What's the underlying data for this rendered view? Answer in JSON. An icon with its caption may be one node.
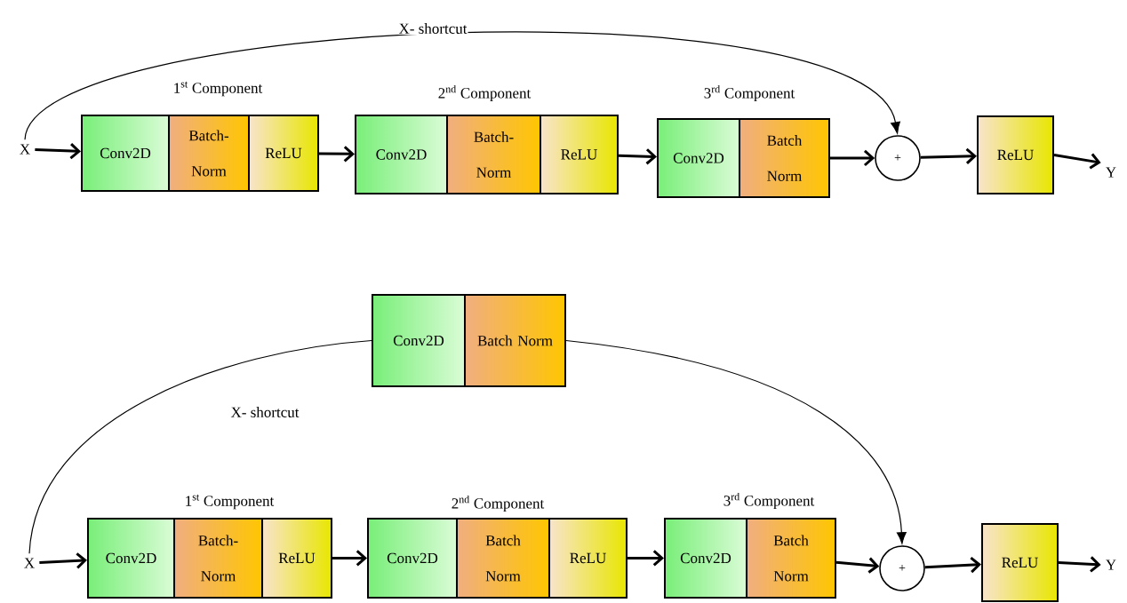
{
  "diagram": {
    "nodes": [
      {
        "text": [
          "X"
        ]
      },
      {
        "text": [
          "1$^{st}$ Component"
        ]
      },
      {
        "text": [
          "Conv2D"
        ],
        "in": 1
      },
      {
        "text": [
          "Batch- Norm"
        ],
        "in": 1
      },
      {
        "text": [
          "ReLU"
        ],
        "in": 1
      },
      {
        "text": [
          "2$^{nd}$ Component"
        ]
      },
      {
        "text": [
          "Conv2D"
        ],
        "in": 5
      },
      {
        "text": [
          "Batch- Norm"
        ],
        "in": 5
      },
      {
        "text": [
          "ReLU"
        ],
        "in": 5
      },
      {
        "text": [
          "3$^{rd}$ Component"
        ]
      },
      {
        "text": [
          "Conv2D"
        ],
        "in": 9
      },
      {
        "text": [
          "Batch Norm"
        ],
        "in": 9
      },
      {
        "text": [
          "+"
        ]
      },
      {
        "text": [
          "ReLU"
        ]
      },
      {
        "text": [
          "Y"
        ]
      },
      {
        "text": [
          "X"
        ]
      },
      {
        "text": [
          "Conv2D"
        ]
      },
      {
        "text": [
          "Batch Norm"
        ]
      },
      {
        "text": [
          "1$^{st}$ Component"
        ]
      },
      {
        "text": [
          "Conv2D"
        ],
        "in": 18
      },
      {
        "text": [
          "Batch- Norm"
        ],
        "in": 18
      },
      {
        "text": [
          "ReLU"
        ],
        "in": 18
      },
      {
        "text": [
          "2$^{nd}$ Component"
        ]
      },
      {
        "text": [
          "Conv2D"
        ],
        "in": 22
      },
      {
        "text": [
          "Batch Norm"
        ],
        "in": 22
      },
      {
        "text": [
          "ReLU"
        ],
        "in": 22
      },
      {
        "text": [
          "3$^{rd}$ Component"
        ]
      },
      {
        "text": [
          "Conv2D"
        ],
        "in": 26
      },
      {
        "text": [
          "Batch Norm"
        ],
        "in": 26
      },
      {
        "text": [
          "+"
        ]
      },
      {
        "text": [
          "ReLU"
        ]
      },
      {
        "text": [
          "Y"
        ]
      }
    ],
    "edges": [
      {
        "from": 0,
        "to": 2,
        "arrow": "to"
      },
      {
        "from": 4,
        "to": 6,
        "arrow": "to"
      },
      {
        "from": 8,
        "to": 10,
        "arrow": "to"
      },
      {
        "from": 11,
        "to": 12,
        "arrow": "to"
      },
      {
        "from": 12,
        "to": 13,
        "arrow": "to"
      },
      {
        "from": 13,
        "to": 14,
        "arrow": "to"
      },
      {
        "from": 0,
        "to": 12,
        "arrow": "to",
        "label": "X- shortcut"
      },
      {
        "from": 15,
        "to": 19,
        "arrow": "to"
      },
      {
        "from": 21,
        "to": 23,
        "arrow": "to"
      },
      {
        "from": 25,
        "to": 27,
        "arrow": "to"
      },
      {
        "from": 28,
        "to": 29,
        "arrow": "to"
      },
      {
        "from": 29,
        "to": 30,
        "arrow": "to"
      },
      {
        "from": 30,
        "to": 31,
        "arrow": "to"
      },
      {
        "from": 15,
        "to": 16,
        "arrow": "none",
        "label": "X- shortcut"
      },
      {
        "from": 17,
        "to": 29,
        "arrow": "to"
      }
    ]
  }
}
